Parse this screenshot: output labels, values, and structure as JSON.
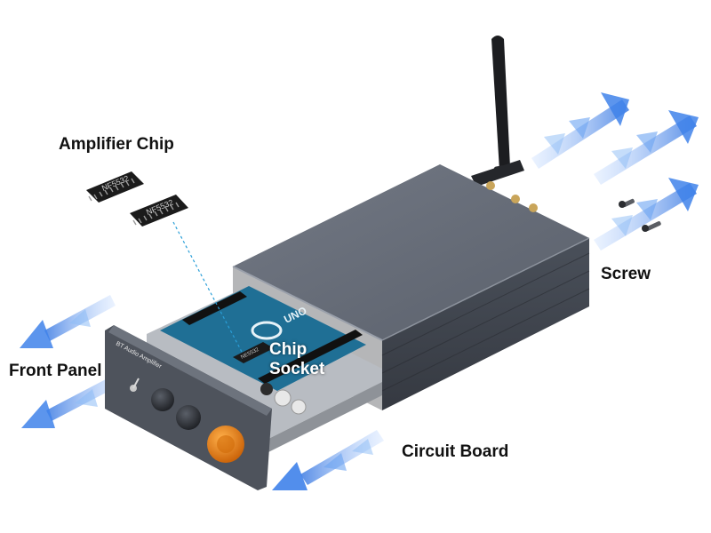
{
  "labels": {
    "amplifier_chip": "Amplifier Chip",
    "screw": "Screw",
    "chip_socket_line1": "Chip",
    "chip_socket_line2": "Socket",
    "front_panel": "Front Panel",
    "circuit_board": "Circuit Board"
  },
  "chip_markings": {
    "chip_1": "NF5532",
    "chip_2": "NF5532",
    "board_chip": "NE5532"
  },
  "board_text": {
    "uno": "UNO",
    "panel_brand": "BT Audio Amplifier"
  },
  "colors": {
    "enclosure": "#5d6370",
    "enclosure_light": "#7a808c",
    "enclosure_dark": "#3d424c",
    "board": "#1f6f95",
    "arrow_blue": "#4f8fe8",
    "knob_orange": "#f08a1a",
    "leader_line": "#2a9fd8",
    "label_dark": "#111111",
    "label_light": "#ffffff"
  }
}
